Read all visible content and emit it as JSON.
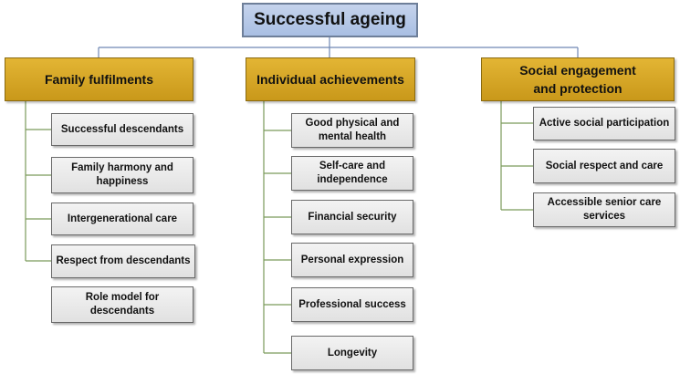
{
  "diagram": {
    "root": {
      "label": "Successful ageing"
    },
    "categories": [
      {
        "label": "Family fulfilments",
        "items": [
          "Successful descendants",
          "Family harmony and\nhappiness",
          "Intergenerational care",
          "Respect from descendants",
          "Role model for\ndescendants"
        ]
      },
      {
        "label": "Individual achievements",
        "items": [
          "Good physical and\nmental health",
          "Self-care and\nindependence",
          "Financial security",
          "Personal expression",
          "Professional success",
          "Longevity"
        ]
      },
      {
        "label": "Social engagement\nand protection",
        "items": [
          "Active social participation",
          "Social respect and care",
          "Accessible senior care\nservices"
        ]
      }
    ]
  },
  "colors": {
    "connector": "#7a9a5a",
    "top_connector": "#6f87b3"
  }
}
